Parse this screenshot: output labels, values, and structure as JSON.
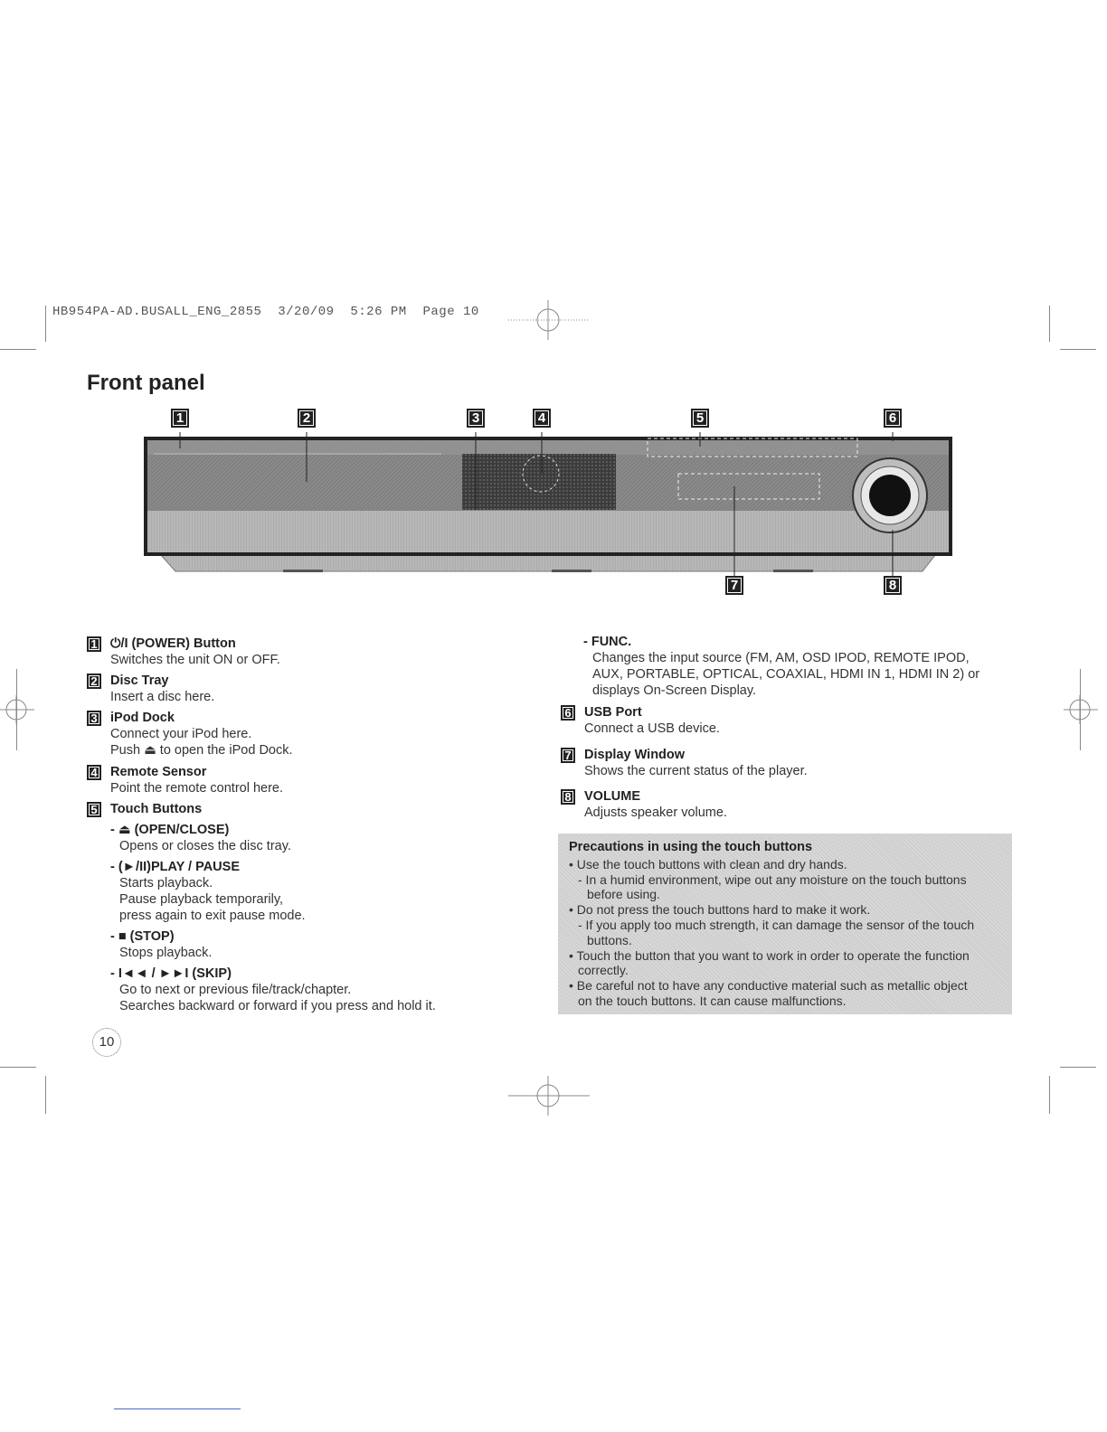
{
  "slug": {
    "file": "HB954PA-AD.BUSALL_ENG_2855",
    "date": "3/20/09",
    "time": "5:26 PM",
    "page_label": "Page 10"
  },
  "title": "Front panel",
  "callouts": [
    "1",
    "2",
    "3",
    "4",
    "5",
    "6",
    "7",
    "8"
  ],
  "items": [
    {
      "num": "1",
      "title": "⏻/I (POWER) Button",
      "lines": [
        "Switches the unit ON or OFF."
      ]
    },
    {
      "num": "2",
      "title": "Disc Tray",
      "lines": [
        "Insert a disc here."
      ]
    },
    {
      "num": "3",
      "title": "iPod Dock",
      "lines": [
        "Connect your iPod here.",
        "Push ⏏ to open the iPod Dock."
      ]
    },
    {
      "num": "4",
      "title": "Remote Sensor",
      "lines": [
        "Point the remote control here."
      ]
    },
    {
      "num": "5",
      "title": "Touch Buttons",
      "lines": []
    },
    {
      "num": "6",
      "title": "USB Port",
      "lines": [
        "Connect a USB device."
      ]
    },
    {
      "num": "7",
      "title": "Display Window",
      "lines": [
        "Shows the current status of the player."
      ]
    },
    {
      "num": "8",
      "title": "VOLUME",
      "lines": [
        "Adjusts speaker volume."
      ]
    }
  ],
  "touch_buttons": [
    {
      "title": "- ⏏ (OPEN/CLOSE)",
      "lines": [
        "Opens or closes the disc tray."
      ]
    },
    {
      "title": "- (►/II)PLAY / PAUSE",
      "lines": [
        "Starts playback.",
        "Pause playback temporarily,",
        "press again to exit pause mode."
      ]
    },
    {
      "title": "- ■ (STOP)",
      "lines": [
        "Stops playback."
      ]
    },
    {
      "title": "- I◄◄ / ►►I (SKIP)",
      "lines": [
        "Go to next or previous file/track/chapter.",
        "Searches backward or forward if you press and hold it."
      ]
    },
    {
      "title": "- FUNC.",
      "lines": [
        "Changes the input source (FM, AM, OSD IPOD, REMOTE IPOD,",
        "AUX, PORTABLE, OPTICAL, COAXIAL, HDMI IN 1, HDMI IN 2) or",
        "displays On-Screen Display."
      ]
    }
  ],
  "precautions": {
    "title": "Precautions in using the touch buttons",
    "lines": [
      {
        "text": "• Use the touch buttons with clean and dry hands.",
        "level": 0
      },
      {
        "text": "- In a humid environment, wipe out any moisture on the touch buttons",
        "level": 1
      },
      {
        "text": "before using.",
        "level": 2
      },
      {
        "text": "• Do not press the touch buttons hard to make it work.",
        "level": 0
      },
      {
        "text": "- If you apply too much strength, it can damage the sensor of the touch",
        "level": 1
      },
      {
        "text": "buttons.",
        "level": 2
      },
      {
        "text": "• Touch the button that you want to work in order to operate the function",
        "level": 0
      },
      {
        "text": "correctly.",
        "level": 1
      },
      {
        "text": "• Be careful not to have any conductive material such as metallic object",
        "level": 0
      },
      {
        "text": "on the touch buttons. It can cause malfunctions.",
        "level": 1
      }
    ]
  },
  "page_number": "10"
}
